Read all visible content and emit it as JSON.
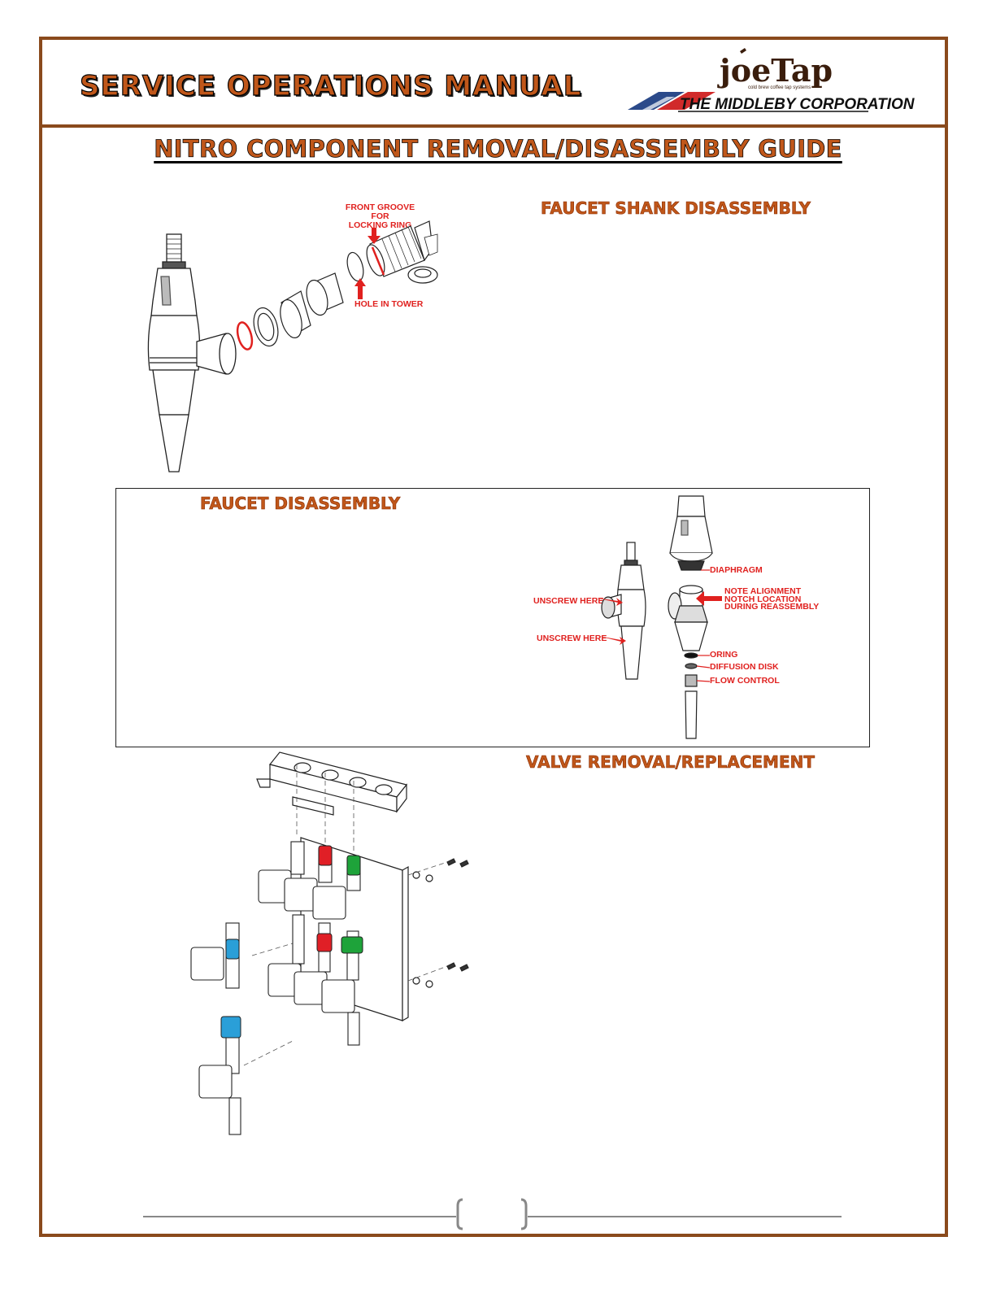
{
  "header": {
    "manual_title": "SERVICE OPERATIONS MANUAL",
    "logo": {
      "brand": "joeTap",
      "tagline": "cold brew coffee tap systems",
      "corporation": "THE MIDDLEBY CORPORATION"
    }
  },
  "guide_title": "NITRO COMPONENT REMOVAL/DISASSEMBLY GUIDE",
  "sections": {
    "faucet_shank": {
      "heading": "FAUCET SHANK DISASSEMBLY",
      "callouts": {
        "front_groove": "FRONT GROOVE FOR\nLOCKING RING",
        "hole_in_tower": "HOLE IN TOWER"
      }
    },
    "faucet": {
      "heading": "FAUCET DISASSEMBLY",
      "callouts": {
        "unscrew_top": "UNSCREW HERE",
        "unscrew_bottom": "UNSCREW HERE",
        "diaphragm": "DIAPHRAGM",
        "note_alignment": "NOTE ALIGNMENT\nNOTCH LOCATION\nDURING REASSEMBLY",
        "oring": "ORING",
        "diffusion_disk": "DIFFUSION DISK",
        "flow_control": "FLOW CONTROL"
      }
    },
    "valve": {
      "heading": "VALVE REMOVAL/REPLACEMENT"
    }
  },
  "colors": {
    "border": "#8a4a1c",
    "heading": "#c0571a",
    "callout": "#e0211f",
    "valve_red": "#e01f26",
    "valve_green": "#1ea33a",
    "valve_blue": "#2a9fd8"
  }
}
